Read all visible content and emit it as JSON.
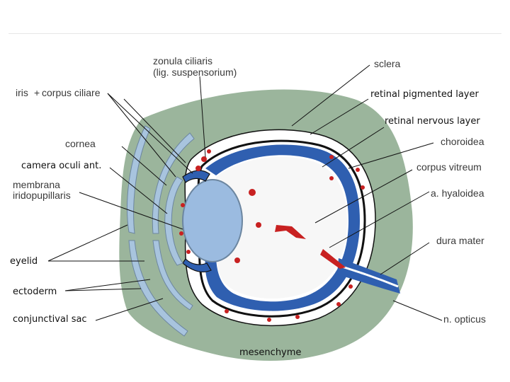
{
  "labels": {
    "zonula_line1": "zonula ciliaris",
    "zonula_line2": "(lig. suspensorium)",
    "sclera": "sclera",
    "iris": "iris",
    "plus": "+",
    "corpus_ciliare": "corpus ciliare",
    "retinal_pigmented": "retinal pigmented layer",
    "retinal_nervous": "retinal nervous layer",
    "cornea": "cornea",
    "choroidea": "choroidea",
    "camera": "camera oculi ant.",
    "corpus_vitreum": "corpus vitreum",
    "membrana_line1": "membrana",
    "membrana_line2": "iridopupillaris",
    "hyaloidea": "a. hyaloidea",
    "dura_mater": "dura mater",
    "eyelid": "eyelid",
    "ectoderm": "ectoderm",
    "conjunctival_sac": "conjunctival sac",
    "n_opticus": "n. opticus",
    "mesenchyme": "mesenchyme"
  },
  "colors": {
    "mesenchyme_green": "#9bb59c",
    "retina_blue": "#2f5fb0",
    "lens_blue": "#9bbbe0",
    "vessel_red": "#c82121",
    "vitreous_white": "#f7f7f7",
    "eyelid_blue": "#a8c4de",
    "leader_line": "#111111"
  }
}
